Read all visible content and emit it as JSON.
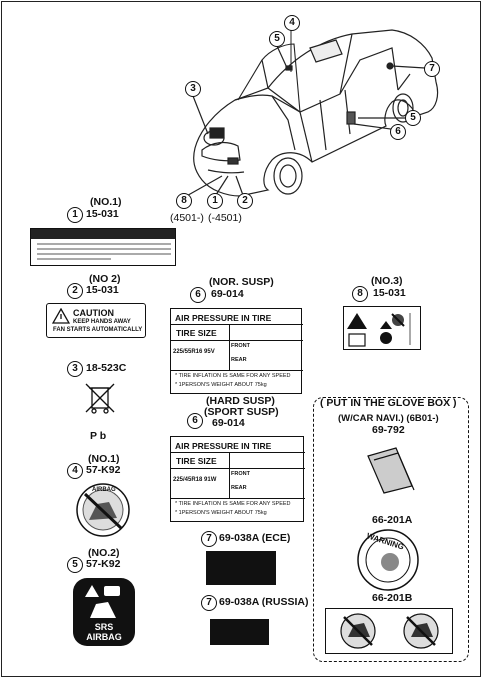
{
  "car": {
    "callouts": [
      "4",
      "5",
      "7",
      "3",
      "5",
      "6",
      "8",
      "1",
      "2"
    ],
    "ranges": [
      "(4501-)",
      "(-4501)"
    ]
  },
  "labels": {
    "l1": {
      "num": "1",
      "note": "(NO.1)",
      "part": "15-031"
    },
    "l2": {
      "num": "2",
      "note": "(NO 2)",
      "part": "15-031",
      "text": [
        "CAUTION",
        "KEEP HANDS AWAY",
        "FAN STARTS AUTOMATICALLY"
      ]
    },
    "l3": {
      "num": "3",
      "part": "18-523C",
      "pb": "P b"
    },
    "l4": {
      "num": "4",
      "note": "(NO.1)",
      "part": "57-K92",
      "badge": "AIRBAG"
    },
    "l5": {
      "num": "5",
      "note": "(NO.2)",
      "part": "57-K92",
      "srs": "SRS",
      "airbag": "AIRBAG"
    },
    "l6a": {
      "num": "6",
      "note": "(NOR. SUSP)",
      "part": "69-014",
      "title": "AIR PRESSURE IN TIRE",
      "tire_size": "TIRE SIZE",
      "size": "225/55R16 95V",
      "front": "FRONT",
      "rear": "REAR",
      "foot1": "* TIRE INFLATION IS SAME FOR ANY SPEED",
      "foot2": "* 1PERSON'S WEIGHT  ABOUT 75kg"
    },
    "l6b": {
      "num": "6",
      "note1": "(HARD SUSP)",
      "note2": "(SPORT SUSP)",
      "part": "69-014",
      "title": "AIR PRESSURE IN TIRE",
      "tire_size": "TIRE SIZE",
      "size": "225/45R18 91W",
      "front": "FRONT",
      "rear": "REAR",
      "foot1": "* TIRE INFLATION IS SAME FOR ANY SPEED",
      "foot2": "* 1PERSON'S WEIGHT  ABOUT 75kg"
    },
    "l7a": {
      "num": "7",
      "part": "69-038A (ECE)"
    },
    "l7b": {
      "num": "7",
      "part": "69-038A (RUSSIA)"
    },
    "l8": {
      "num": "8",
      "note": "(NO.3)",
      "part": "15-031"
    }
  },
  "glove_box": {
    "title": "( PUT IN THE GLOVE BOX )",
    "navi": "(W/CAR NAVI.) (6B01-)",
    "p1": "69-792",
    "p2": "66-201A",
    "warning": "WARNING",
    "p3": "66-201B"
  }
}
